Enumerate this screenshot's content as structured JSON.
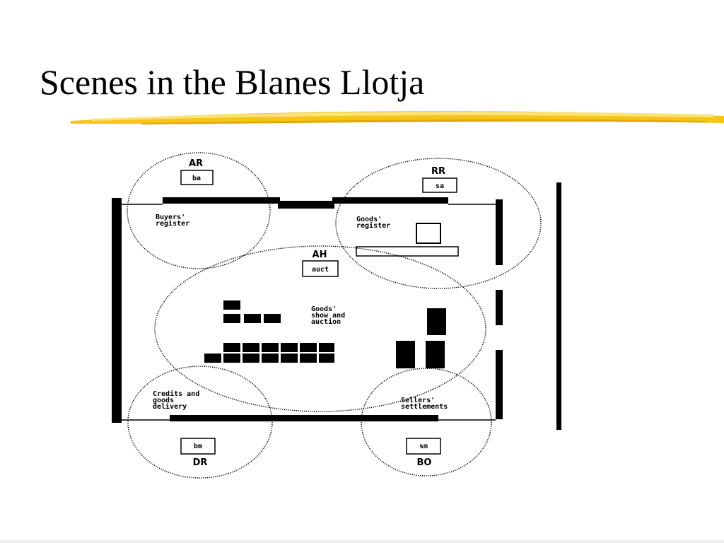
{
  "slide": {
    "title": "Scenes in the Blanes Llotja",
    "accent_color": "#f5c518"
  },
  "diagram": {
    "scenes": [
      {
        "role": "AR",
        "agent": "ba",
        "area": [
          "Buyers'",
          "register"
        ]
      },
      {
        "role": "RR",
        "agent": "sa",
        "area": [
          "Goods'",
          "register"
        ]
      },
      {
        "role": "AH",
        "agent": "auct",
        "area": [
          "Goods'",
          "show and",
          "auction"
        ]
      },
      {
        "role": "DR",
        "agent": "bm",
        "area": [
          "Credits and",
          "goods",
          "delivery"
        ]
      },
      {
        "role": "BO",
        "agent": "sm",
        "area": [
          "Sellers'",
          "settlements"
        ]
      }
    ]
  }
}
